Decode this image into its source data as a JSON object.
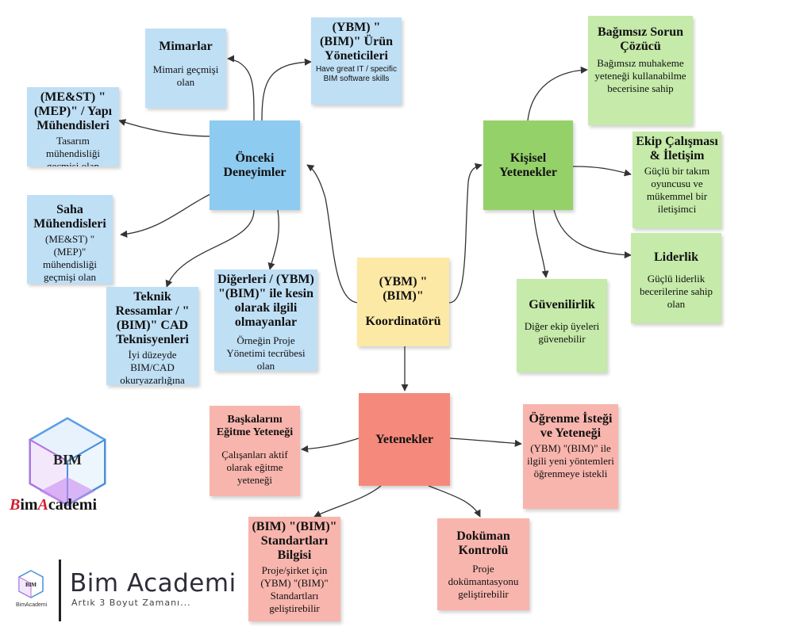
{
  "nodes": {
    "center": {
      "title": "(YBM) \"(BIM)\"",
      "subtitle": "Koordinatörü"
    },
    "onceki": {
      "title": "Önceki Deneyimler"
    },
    "mimarlar": {
      "title": "Mimarlar",
      "body": "Mimari geçmişi olan"
    },
    "urun": {
      "title": "(YBM) \"(BIM)\" Ürün Yöneticileri",
      "body": "Have great IT / specific BIM software skills"
    },
    "mep": {
      "title": "(ME&ST) \"(MEP)\" / Yapı Mühendisleri",
      "body": "Tasarım mühendisliği geçmişi olan"
    },
    "saha": {
      "title": "Saha Mühendisleri",
      "body": "(ME&ST) \"(MEP)\" mühendisliği geçmişi olan"
    },
    "teknik": {
      "title": "Teknik Ressamlar / \"(BIM)\" CAD Teknisyenleri",
      "body": "İyi düzeyde BIM/CAD okuryazarlığına sahip olan"
    },
    "digerleri": {
      "title": "Diğerleri / (YBM) \"(BIM)\" ile kesin olarak ilgili olmayanlar",
      "body": "Örneğin Proje Yönetimi tecrübesi olan"
    },
    "kisisel": {
      "title": "Kişisel Yetenekler"
    },
    "bagimsiz": {
      "title": "Bağımsız Sorun Çözücü",
      "body": "Bağımsız muhakeme yeteneği kullanabilme becerisine sahip"
    },
    "ekip": {
      "title": "Ekip Çalışması & İletişim",
      "body": "Güçlü bir takım oyuncusu ve mükemmel bir iletişimci"
    },
    "liderlik": {
      "title": "Liderlik",
      "body": "Güçlü liderlik becerilerine sahip olan"
    },
    "guvenilirlik": {
      "title": "Güvenilirlik",
      "body": "Diğer ekip üyeleri güvenebilir"
    },
    "yetenekler": {
      "title": "Yetenekler"
    },
    "baskalarini": {
      "title": "Başkalarını Eğitme Yeteneği",
      "body": "Çalışanları aktif olarak eğitme yeteneği"
    },
    "ogrenme": {
      "title": "Öğrenme İsteği ve Yeteneği",
      "body": "(YBM) \"(BIM)\" ile ilgili yeni yöntemleri öğrenmeye istekli"
    },
    "standart": {
      "title": "(BIM) \"(BIM)\" Standartları Bilgisi",
      "body": "Proje/şirket için (YBM) \"(BIM)\" Standartları geliştirebilir"
    },
    "dokuman": {
      "title": "Doküman Kontrolü",
      "body": "Proje dokümantasyonu geliştirebilir"
    }
  },
  "logos": {
    "logo1_mark": "BIM",
    "logo1_name_red1": "B",
    "logo1_name_mid": "im",
    "logo1_name_red2": "A",
    "logo1_name_rest": "cademi",
    "logo2_mark": "BIM",
    "logo2_small": "BimAcademi",
    "logo2_name": "Bim Academi",
    "logo2_tagline": "Artık 3 Boyut Zamanı..."
  },
  "colors": {
    "blue": "#bfdff5",
    "green": "#c5eaa9",
    "yellow": "#fde9a6",
    "salmon": "#f8b5ad",
    "logo_red": "#cf1f2c"
  }
}
